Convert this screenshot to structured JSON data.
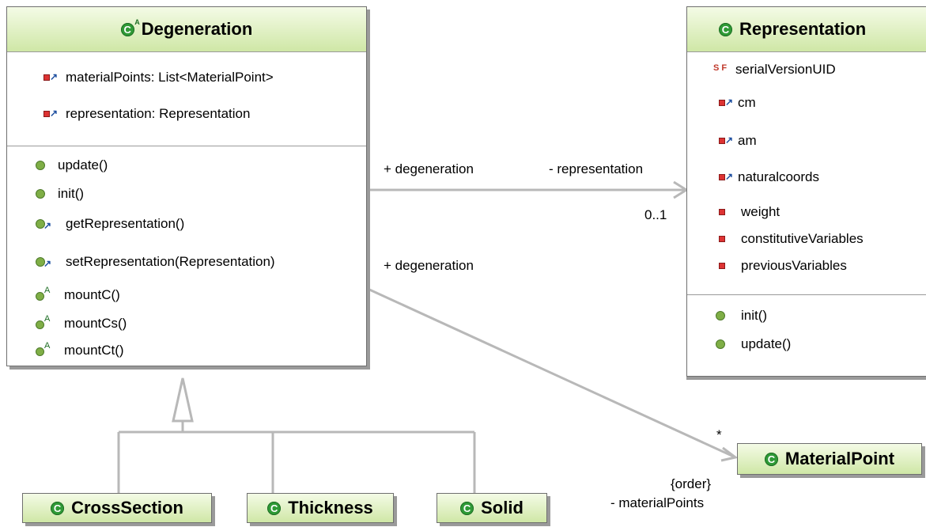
{
  "degeneration": {
    "title": "Degeneration",
    "header_icon_letter": "C",
    "header_icon_sup": "A",
    "fields": [
      {
        "icon": "protected-field-icon",
        "text": "materialPoints: List<MaterialPoint>"
      },
      {
        "icon": "protected-field-icon",
        "text": "representation: Representation"
      }
    ],
    "methods": [
      {
        "icon": "public-method-icon",
        "text": "update()"
      },
      {
        "icon": "public-method-icon",
        "text": "init()"
      },
      {
        "icon": "protected-method-icon",
        "text": "getRepresentation()"
      },
      {
        "icon": "protected-method-icon",
        "text": "setRepresentation(Representation)"
      },
      {
        "icon": "abstract-method-icon",
        "text": "mountC()"
      },
      {
        "icon": "abstract-method-icon",
        "text": "mountCs()"
      },
      {
        "icon": "abstract-method-icon",
        "text": "mountCt()"
      }
    ]
  },
  "representation": {
    "title": "Representation",
    "header_icon_letter": "C",
    "fields": [
      {
        "icon": "static-final-field-icon",
        "text": "serialVersionUID"
      },
      {
        "icon": "protected-field-icon",
        "text": "cm"
      },
      {
        "icon": "protected-field-icon",
        "text": "am"
      },
      {
        "icon": "protected-field-icon",
        "text": "naturalcoords"
      },
      {
        "icon": "private-field-icon",
        "text": "weight"
      },
      {
        "icon": "private-field-icon",
        "text": "constitutiveVariables"
      },
      {
        "icon": "private-field-icon",
        "text": "previousVariables"
      }
    ],
    "methods": [
      {
        "icon": "public-method-icon",
        "text": "init()"
      },
      {
        "icon": "public-method-icon",
        "text": "update()"
      }
    ]
  },
  "subclasses": [
    {
      "title": "CrossSection",
      "header_icon_letter": "C"
    },
    {
      "title": "Thickness",
      "header_icon_letter": "C"
    },
    {
      "title": "Solid",
      "header_icon_letter": "C"
    }
  ],
  "materialpoint": {
    "title": "MaterialPoint",
    "header_icon_letter": "C"
  },
  "associations": {
    "rep_source_role": "+ degeneration",
    "rep_target_role": "- representation",
    "rep_multiplicity": "0..1",
    "mp_source_role": "+ degeneration",
    "mp_multiplicity": "*",
    "mp_constraint": "{order}",
    "mp_target_role": "- materialPoints"
  },
  "colors": {
    "header_gradient_top": "#f4fbe6",
    "header_gradient_bottom": "#cfe7a6",
    "connector": "#b8b8b8",
    "class_icon": "#2f9a36"
  }
}
